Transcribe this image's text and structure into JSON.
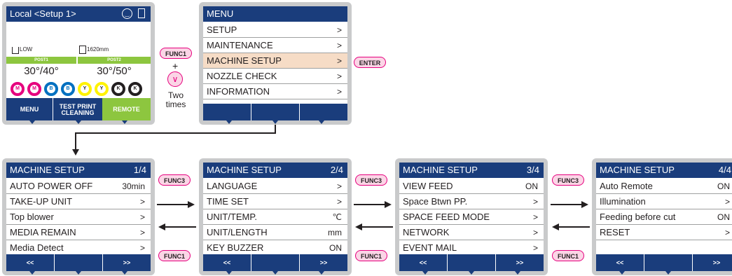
{
  "local": {
    "title": "Local <Setup 1>",
    "smile_icon": "smile-icon",
    "takeup_icon": "takeup-icon",
    "ink_level": "LOW",
    "media_width": "1620mm",
    "post1_label": "POST1",
    "post2_label": "POST2",
    "post1_temp": "30°/40°",
    "post2_temp": "30°/50°",
    "inks": [
      {
        "l": "M",
        "c": "#e6007e"
      },
      {
        "l": "M",
        "c": "#e6007e"
      },
      {
        "l": "B",
        "c": "#0070c0"
      },
      {
        "l": "B",
        "c": "#0070c0"
      },
      {
        "l": "Y",
        "c": "#fff200"
      },
      {
        "l": "Y",
        "c": "#fff200"
      },
      {
        "l": "K",
        "c": "#231f20"
      },
      {
        "l": "K",
        "c": "#231f20"
      }
    ],
    "menu_btn": "MENU",
    "test_print_btn": "TEST PRINT",
    "cleaning_btn": "CLEANING",
    "remote_btn": "REMOTE"
  },
  "keys": {
    "func1": "FUNC1",
    "func3": "FUNC3",
    "enter": "ENTER",
    "plus": "+",
    "down_symbol": "∨",
    "two": "Two",
    "times": "times"
  },
  "menu": {
    "title": "MENU",
    "items": [
      {
        "label": "SETUP",
        "value": ">"
      },
      {
        "label": "MAINTENANCE",
        "value": ">"
      },
      {
        "label": "MACHINE SETUP",
        "value": ">"
      },
      {
        "label": "NOZZLE CHECK",
        "value": ">"
      },
      {
        "label": "INFORMATION",
        "value": ">"
      }
    ]
  },
  "setup_pages": [
    {
      "title": "MACHINE SETUP",
      "page": "1/4",
      "items": [
        {
          "label": "AUTO POWER OFF",
          "value": "30min"
        },
        {
          "label": "TAKE-UP UNIT",
          "value": ">"
        },
        {
          "label": "Top blower",
          "value": ">"
        },
        {
          "label": "MEDIA REMAIN",
          "value": ">"
        },
        {
          "label": "Media Detect",
          "value": ">"
        }
      ],
      "prev": "<<",
      "next": ">>"
    },
    {
      "title": "MACHINE SETUP",
      "page": "2/4",
      "items": [
        {
          "label": "LANGUAGE",
          "value": ">"
        },
        {
          "label": "TIME SET",
          "value": ">"
        },
        {
          "label": "UNIT/TEMP.",
          "value": "℃"
        },
        {
          "label": "UNIT/LENGTH",
          "value": "mm"
        },
        {
          "label": "KEY BUZZER",
          "value": "ON"
        }
      ],
      "prev": "<<",
      "next": ">>"
    },
    {
      "title": "MACHINE SETUP",
      "page": "3/4",
      "items": [
        {
          "label": "VIEW FEED",
          "value": "ON"
        },
        {
          "label": "Space Btwn PP.",
          "value": ">"
        },
        {
          "label": "SPACE FEED MODE",
          "value": ">"
        },
        {
          "label": "NETWORK",
          "value": ">"
        },
        {
          "label": "EVENT MAIL",
          "value": ">"
        }
      ],
      "prev": "<<",
      "next": ">>"
    },
    {
      "title": "MACHINE SETUP",
      "page": "4/4",
      "items": [
        {
          "label": "Auto Remote",
          "value": "ON"
        },
        {
          "label": "Illumination",
          "value": ">"
        },
        {
          "label": "Feeding before cut",
          "value": "ON"
        },
        {
          "label": "RESET",
          "value": ">"
        },
        {
          "label": "",
          "value": ""
        }
      ],
      "prev": "<<",
      "next": ">>"
    }
  ]
}
